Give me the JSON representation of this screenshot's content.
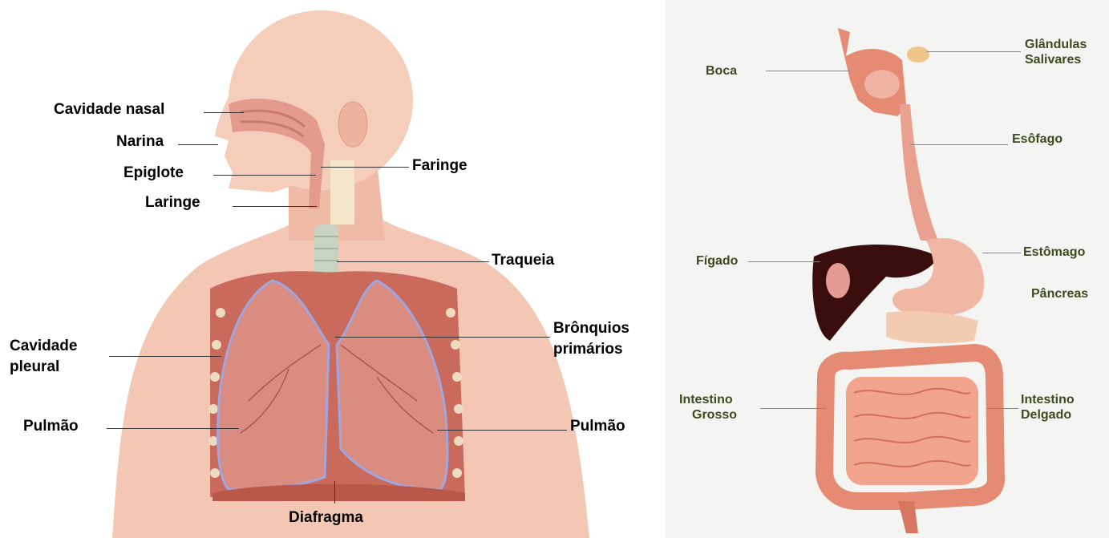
{
  "respiratory": {
    "labels": {
      "cavidade_nasal": "Cavidade nasal",
      "narina": "Narina",
      "epiglote": "Epiglote",
      "laringe": "Laringe",
      "faringe": "Faringe",
      "traqueia": "Traqueia",
      "bronquios_1": "Brônquios",
      "bronquios_2": "primários",
      "cavidade_pleural_1": "Cavidade",
      "cavidade_pleural_2": "pleural",
      "pulmao_left": "Pulmão",
      "pulmao_right": "Pulmão",
      "diafragma": "Diafragma"
    },
    "colors": {
      "skin": "#f3c7b4",
      "lung": "#d98a7e",
      "pleura": "#9fa6e0",
      "trachea": "#c9d3c2"
    }
  },
  "digestive": {
    "labels": {
      "boca": "Boca",
      "glandulas_1": "Glândulas",
      "glandulas_2": "Salivares",
      "esofago": "Esôfago",
      "figado": "Fígado",
      "estomago": "Estômago",
      "pancreas": "Pâncreas",
      "intestino_grosso_1": "Intestino",
      "intestino_grosso_2": "Grosso",
      "intestino_delgado_1": "Intestino",
      "intestino_delgado_2": "Delgado"
    },
    "colors": {
      "label": "#3e4a1f",
      "liver": "#3a0d0d",
      "intestine": "#e8957a",
      "esophagus": "#e9a08f"
    }
  }
}
